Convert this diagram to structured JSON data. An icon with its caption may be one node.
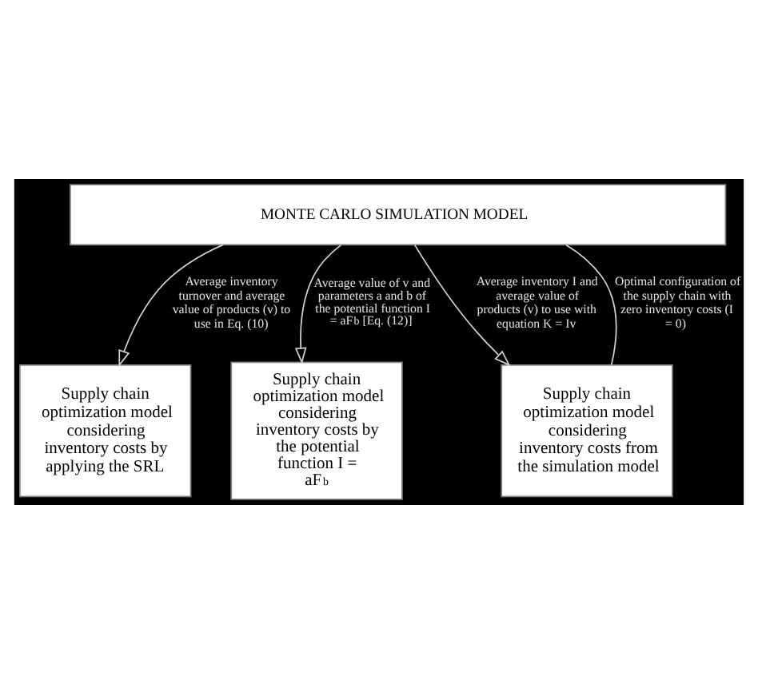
{
  "diagram": {
    "nodes": [
      {
        "text": [
          "MONTE CARLO SIMULATION MODEL"
        ]
      },
      {
        "text": [
          "Supply chain optimization model considering inventory costs by applying the SRL"
        ]
      },
      {
        "text": [
          "Supply chain optimization model considering inventory costs by the potential function I = aF$^{b}$"
        ]
      },
      {
        "text": [
          "Supply chain optimization model considering inventory costs from the simulation model"
        ]
      }
    ],
    "edges": [
      {
        "from": 0,
        "to": 1,
        "arrow": "to",
        "label": "Average inventory turnover and average value of products (v) to use in Eq. (10)"
      },
      {
        "from": 0,
        "to": 2,
        "arrow": "to",
        "label": "Average value of v and parameters a and b of the potential function I = aF$^{b}$ [Eq. (12)]"
      },
      {
        "from": 0,
        "to": 3,
        "arrow": "to",
        "label": "Average inventory I and average value of products (v) to use with equation K = Iv"
      },
      {
        "from": 0,
        "to": 3,
        "arrow": "none",
        "label": "Optimal configuration of the supply chain with zero inventory costs (I = 0)"
      }
    ]
  }
}
